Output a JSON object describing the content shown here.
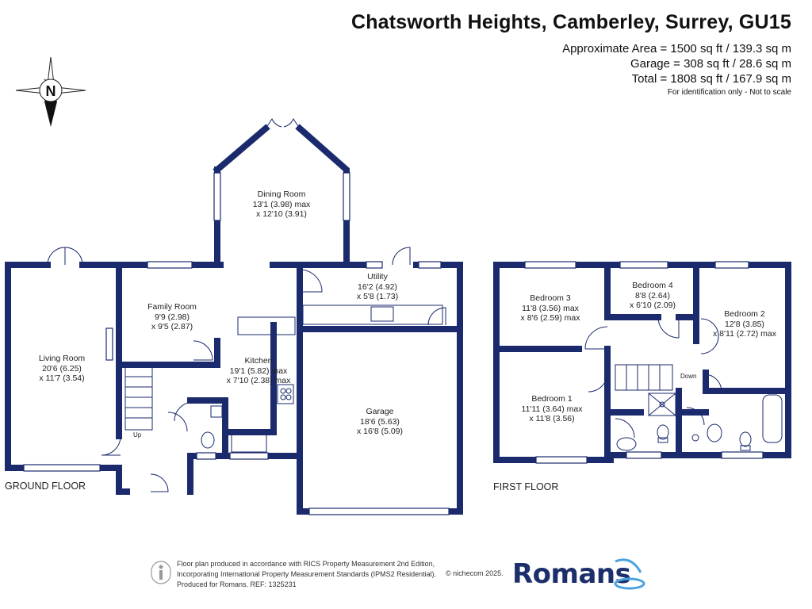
{
  "header": {
    "title": "Chatsworth Heights, Camberley, Surrey, GU15",
    "areas": [
      "Approximate Area = 1500 sq ft / 139.3 sq m",
      "Garage = 308 sq ft / 28.6 sq m",
      "Total = 1808 sq ft / 167.9 sq m"
    ],
    "note": "For identification only - Not to scale"
  },
  "compass": {
    "letter": "N"
  },
  "floors": {
    "ground": "GROUND FLOOR",
    "first": "FIRST FLOOR"
  },
  "rooms": {
    "dining": {
      "name": "Dining Room",
      "dim1": "13'1 (3.98) max",
      "dim2": "x 12'10 (3.91)"
    },
    "living": {
      "name": "Living Room",
      "dim1": "20'6 (6.25)",
      "dim2": "x 11'7 (3.54)"
    },
    "family": {
      "name": "Family Room",
      "dim1": "9'9 (2.98)",
      "dim2": "x 9'5 (2.87)"
    },
    "utility": {
      "name": "Utility",
      "dim1": "16'2 (4.92)",
      "dim2": "x 5'8 (1.73)"
    },
    "kitchen": {
      "name": "Kitchen",
      "dim1": "19'1 (5.82) max",
      "dim2": "x 7'10 (2.38) max"
    },
    "garage": {
      "name": "Garage",
      "dim1": "18'6 (5.63)",
      "dim2": "x 16'8 (5.09)"
    },
    "bed3": {
      "name": "Bedroom 3",
      "dim1": "11'8 (3.56) max",
      "dim2": "x 8'6 (2.59) max"
    },
    "bed4": {
      "name": "Bedroom 4",
      "dim1": "8'8 (2.64)",
      "dim2": "x 6'10 (2.09)"
    },
    "bed2": {
      "name": "Bedroom 2",
      "dim1": "12'8 (3.85)",
      "dim2": "x 8'11 (2.72) max"
    },
    "bed1": {
      "name": "Bedroom 1",
      "dim1": "11'11 (3.64) max",
      "dim2": "x 11'8 (3.56)"
    }
  },
  "stairs": {
    "up": "Up",
    "down": "Down"
  },
  "footer": {
    "line1": "Floor plan produced in accordance with RICS Property Measurement 2nd Edition,",
    "line2": "Incorporating International Property Measurement Standards (IPMS2 Residential).",
    "line3": "Produced for Romans.   REF: 1325231",
    "copyright": "© nichecom 2025.",
    "brand": "Romans"
  },
  "colors": {
    "wall": "#1a2a6c",
    "text": "#111111",
    "brand": "#1c2f6b",
    "brand_accent": "#4aa3df"
  }
}
